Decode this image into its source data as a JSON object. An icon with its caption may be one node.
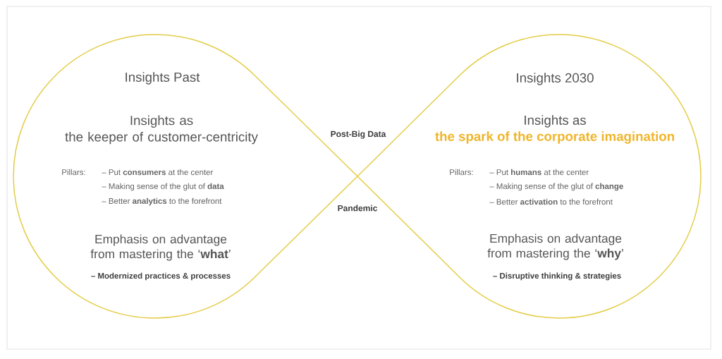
{
  "diagram": {
    "nodes": [
      {
        "text": [
          "Insights Past",
          "Insights as the keeper of customer-centricity",
          "Pillars:",
          "– Put **consumers** at the center",
          "– Making sense of the glut of **data**",
          "– Better **analytics** to the forefront",
          "Emphasis on advantage from mastering the ‘**what**’",
          "– Modernized practices & processes"
        ]
      },
      {
        "text": [
          "Insights 2030",
          "Insights as",
          "the spark of the corporate imagination",
          "Pillars:",
          "– Put **humans** at the center",
          "– Making sense of the glut of **change**",
          "– Better **activation** to the forefront",
          "Emphasis on advantage from mastering the ‘**why**’",
          "– Disruptive thinking & strategies"
        ]
      }
    ],
    "labels": [
      "Post-Big Data",
      "Pandemic"
    ]
  }
}
